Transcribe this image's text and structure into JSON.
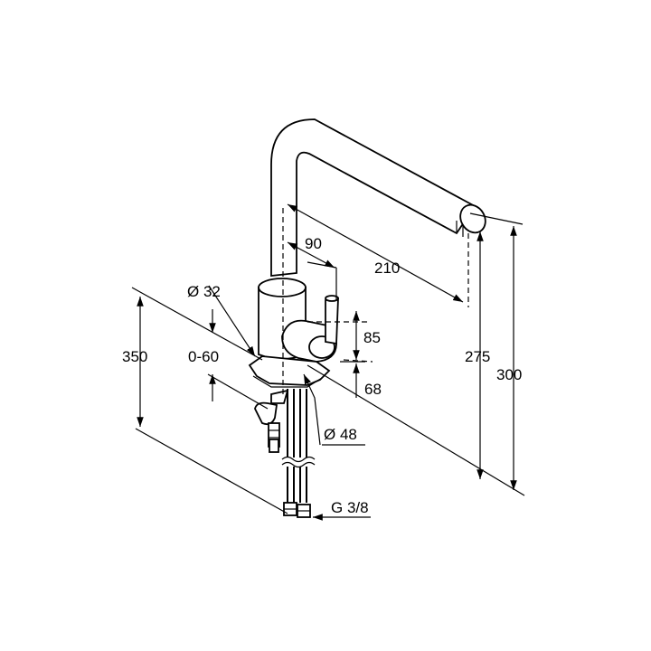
{
  "dimensions": {
    "d_spout_len": "210",
    "d_lever_offset": "90",
    "d_body_dia": "Ø 32",
    "d_body_h": "85",
    "d_base_h": "68",
    "d_height_total": "350",
    "d_deck_thk": "0-60",
    "d_outlet_h": "275",
    "d_total_h": "300",
    "d_base_dia": "Ø 48",
    "d_thread": "G 3/8"
  }
}
